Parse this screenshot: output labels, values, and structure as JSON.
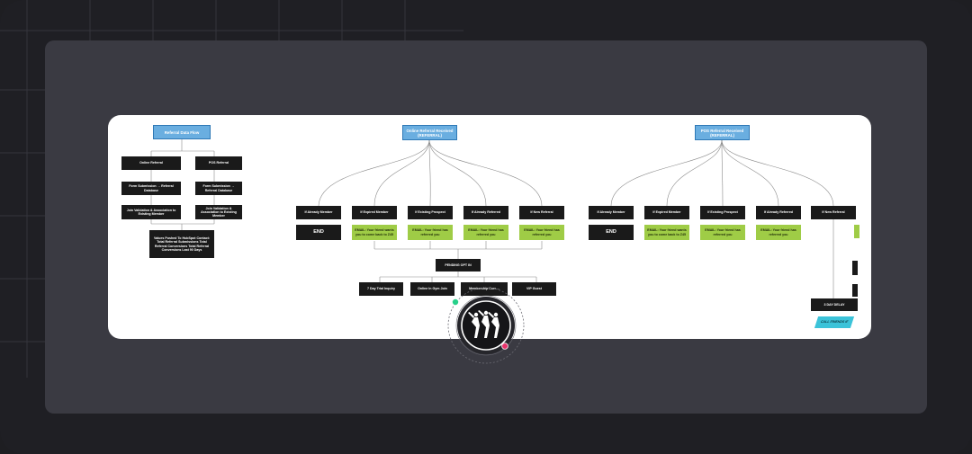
{
  "colors": {
    "outer": "#1f1f24",
    "inner": "#3a3a42",
    "canvas": "#ffffff",
    "blue": "#6aaee0",
    "black": "#1a1a1a",
    "green": "#9fcc46",
    "cyan": "#3bc3d9",
    "accent_green": "#27d08a",
    "accent_red": "#e8336b"
  },
  "data_flow": {
    "title": "Referral Data Flow",
    "online": "Online Referral",
    "pos": "POS Referral",
    "online_submit": "Form Submission → Referral Database",
    "pos_submit": "Form Submission → Referral Database",
    "online_join": "Join Validation & Association to Existing Member",
    "pos_join": "Join Validation & Association to Existing Member",
    "values": "Values Pushed To HubSpot Contact: Total Referral Submissions Total Referral Conversions Total Referral Conversions Last 90 Days"
  },
  "online_flow": {
    "title": "Online Referral Received (REFERRAL)",
    "cases": [
      "If Already Member",
      "If Expired Member",
      "If Existing Prospect",
      "If Already Referred",
      "If New Referral"
    ],
    "end": "END",
    "emails": [
      "EMAIL: Your friend wants you to come back to Z45",
      "EMAIL: Your friend has referred you",
      "EMAIL: Your friend has referred you",
      "EMAIL: Your friend has referred you"
    ],
    "pending": "PENDING OPT IN",
    "outcomes": [
      "7 Day Trial Inquiry",
      "Online In Gym Join",
      "Membership Corr ...",
      "VIP Guest"
    ]
  },
  "pos_flow": {
    "title": "POS Referral Received (REFERRAL)",
    "cases": [
      "If Already Member",
      "If Expired Member",
      "If Existing Prospect",
      "If Already Referred",
      "If New Referral"
    ],
    "end": "END",
    "emails": [
      "EMAIL: Your friend wants you to come back to Z45",
      "EMAIL: Your friend has referred you",
      "EMAIL: Your friend has referred you"
    ],
    "delay": "3 DAY DELAY",
    "call": "CALL FRIENDS IF"
  },
  "logo": {
    "icon": "three-dancers-icon"
  }
}
